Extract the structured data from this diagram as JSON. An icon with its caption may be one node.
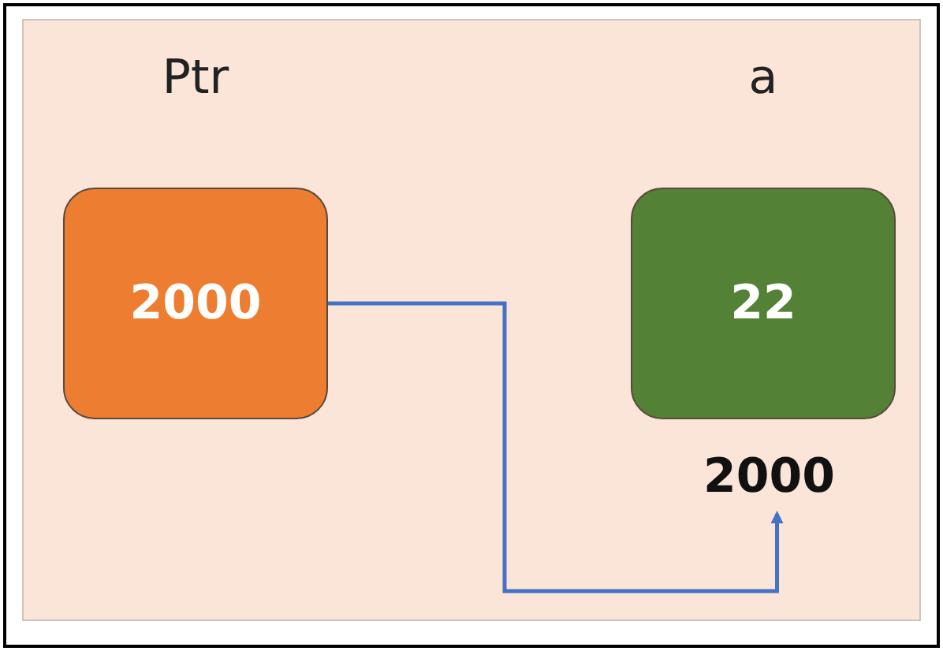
{
  "diagram": {
    "nodes": [
      {
        "text": [
          "Ptr",
          "2000"
        ]
      },
      {
        "text": [
          "a",
          "22"
        ]
      },
      {
        "text": [
          "2000"
        ]
      }
    ],
    "edges": [
      {
        "from": 0,
        "to": 2,
        "arrow": "to"
      }
    ]
  }
}
